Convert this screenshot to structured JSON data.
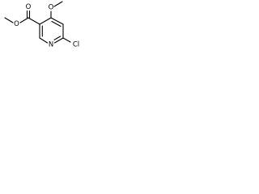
{
  "structure": {
    "atoms": {
      "ester_carbonyl_oxygen": "O",
      "ester_ether_oxygen": "O",
      "methoxy_oxygen": "O",
      "ring_nitrogen": "N",
      "chlorine": "Cl"
    }
  }
}
